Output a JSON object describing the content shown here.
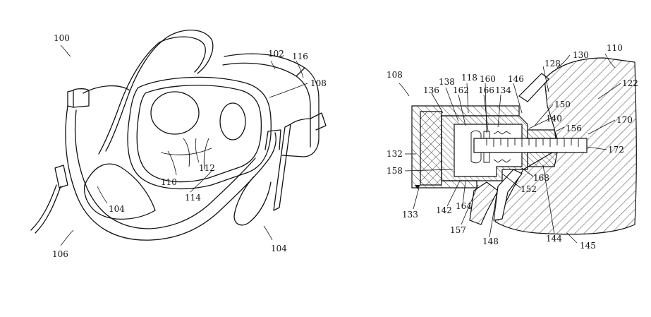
{
  "figure_left": {
    "labels": {
      "l100": "100",
      "l102": "102",
      "l116": "116",
      "l108": "108",
      "l112": "112",
      "l110": "110",
      "l114": "114",
      "l104a": "104",
      "l104b": "104",
      "l106": "106"
    }
  },
  "figure_right": {
    "labels": {
      "l108": "108",
      "l136": "136",
      "l138": "138",
      "l118": "118",
      "l162": "162",
      "l160": "160",
      "l166": "166",
      "l134": "134",
      "l146": "146",
      "l128": "128",
      "l130": "130",
      "l110": "110",
      "l122": "122",
      "l150": "150",
      "l140": "140",
      "l156": "156",
      "l170": "170",
      "l172": "172",
      "l132": "132",
      "l158": "158",
      "l168": "168",
      "l152": "152",
      "l133": "133",
      "l142": "142",
      "l164": "164",
      "l157": "157",
      "l148": "148",
      "l144": "144",
      "l145": "145"
    }
  }
}
